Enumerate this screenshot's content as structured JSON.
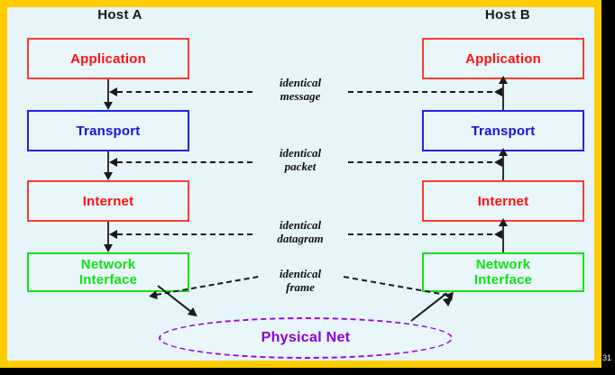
{
  "slide": {
    "page_number": "31",
    "background_color": "#e6f5f9",
    "frame_color": "#ffcc00",
    "outer_color": "#000000"
  },
  "hosts": [
    {
      "id": "host-a",
      "title": "Host A"
    },
    {
      "id": "host-b",
      "title": "Host B"
    }
  ],
  "layers": {
    "host_a": [
      {
        "label": "Application",
        "color": "#ff1010"
      },
      {
        "label": "Transport",
        "color": "#1414e0"
      },
      {
        "label": "Internet",
        "color": "#ff1010"
      },
      {
        "label": "Network\nInterface",
        "line1": "Network",
        "line2": "Interface",
        "color": "#12e012"
      }
    ],
    "host_b": [
      {
        "label": "Application",
        "color": "#ff1010"
      },
      {
        "label": "Transport",
        "color": "#1414e0"
      },
      {
        "label": "Internet",
        "color": "#ff1010"
      },
      {
        "label": "Network\nInterface",
        "line1": "Network",
        "line2": "Interface",
        "color": "#12e012"
      }
    ]
  },
  "peer_labels": [
    {
      "line1": "identical",
      "line2": "message"
    },
    {
      "line1": "identical",
      "line2": "packet"
    },
    {
      "line1": "identical",
      "line2": "datagram"
    },
    {
      "line1": "identical",
      "line2": "frame"
    }
  ],
  "physical_net": {
    "label": "Physical Net",
    "color": "#8800dd"
  }
}
